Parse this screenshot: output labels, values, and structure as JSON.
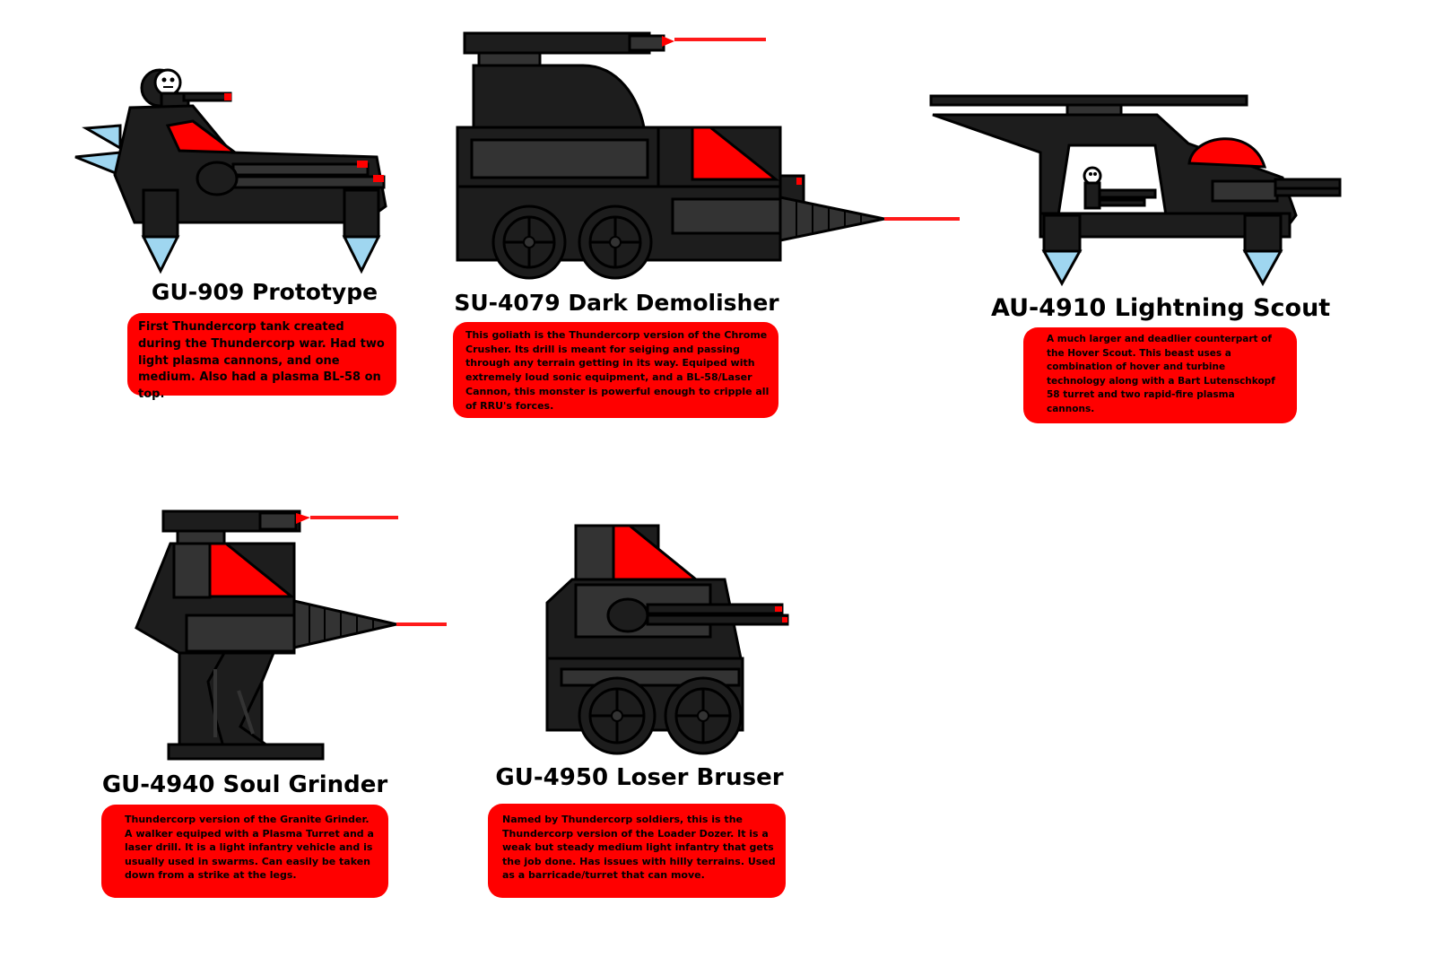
{
  "colors": {
    "body": "#1d1d1d",
    "panel": "#333333",
    "accent": "#ff0000",
    "laser": "#ff1a1a",
    "spike": "#9fd6f0",
    "box": "#ff0000",
    "text": "#000000",
    "background": "#ffffff"
  },
  "vehicles": [
    {
      "title": "GU-909 Prototype",
      "description": "First Thundercorp tank created during the Thundercorp war. Had two light plasma cannons, and one medium. Also had a plasma BL-58 on top."
    },
    {
      "title": "SU-4079 Dark Demolisher",
      "description": "This goliath is the Thundercorp version of the Chrome Crusher. Its drill is meant for seiging and passing through any terrain getting in its way. Equiped with extremely loud sonic equipment, and a BL-58/Laser Cannon, this monster is powerful enough to cripple all of RRU's forces."
    },
    {
      "title": "AU-4910 Lightning Scout",
      "description": "A much larger and deadlier counterpart of the Hover Scout. This beast uses a combination of hover and turbine technology along with a Bart Lutenschkopf 58 turret and two rapid-fire plasma cannons."
    },
    {
      "title": "GU-4940 Soul Grinder",
      "description": "Thundercorp version of the Granite Grinder. A walker equiped with a Plasma Turret and a laser drill. It is a light infantry vehicle and is usually used in swarms. Can easily be taken down from a strike at the legs."
    },
    {
      "title": "GU-4950 Loser Bruser",
      "description": "Named by Thundercorp soldiers, this is the Thundercorp version of the Loader Dozer. It is a weak but steady medium light infantry that gets the job done. Has issues with hilly terrains. Used as a barricade/turret that can move."
    }
  ]
}
